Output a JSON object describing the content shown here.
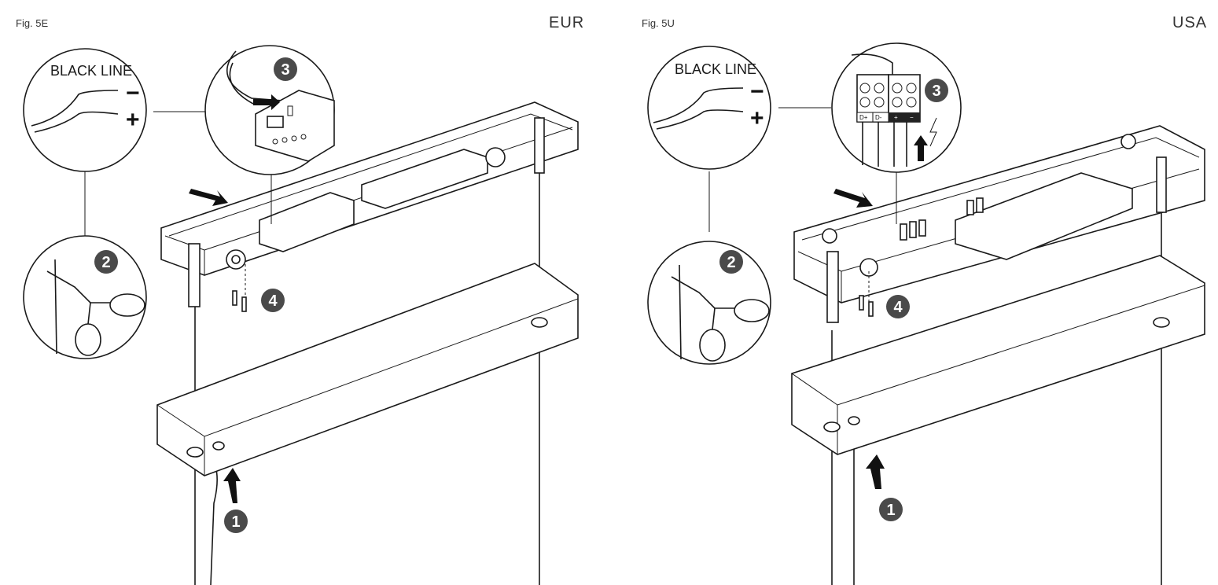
{
  "eur": {
    "fig_label": "Fig. 5E",
    "region": "EUR",
    "black_line": "BLACK LINE",
    "minus": "−",
    "plus": "+",
    "steps": [
      "1",
      "2",
      "3",
      "4"
    ]
  },
  "usa": {
    "fig_label": "Fig. 5U",
    "region": "USA",
    "black_line": "BLACK LINE",
    "minus": "−",
    "plus": "+",
    "steps": [
      "1",
      "2",
      "3",
      "4"
    ],
    "terminal_labels": [
      "D+",
      "D-",
      "+",
      "−"
    ]
  }
}
